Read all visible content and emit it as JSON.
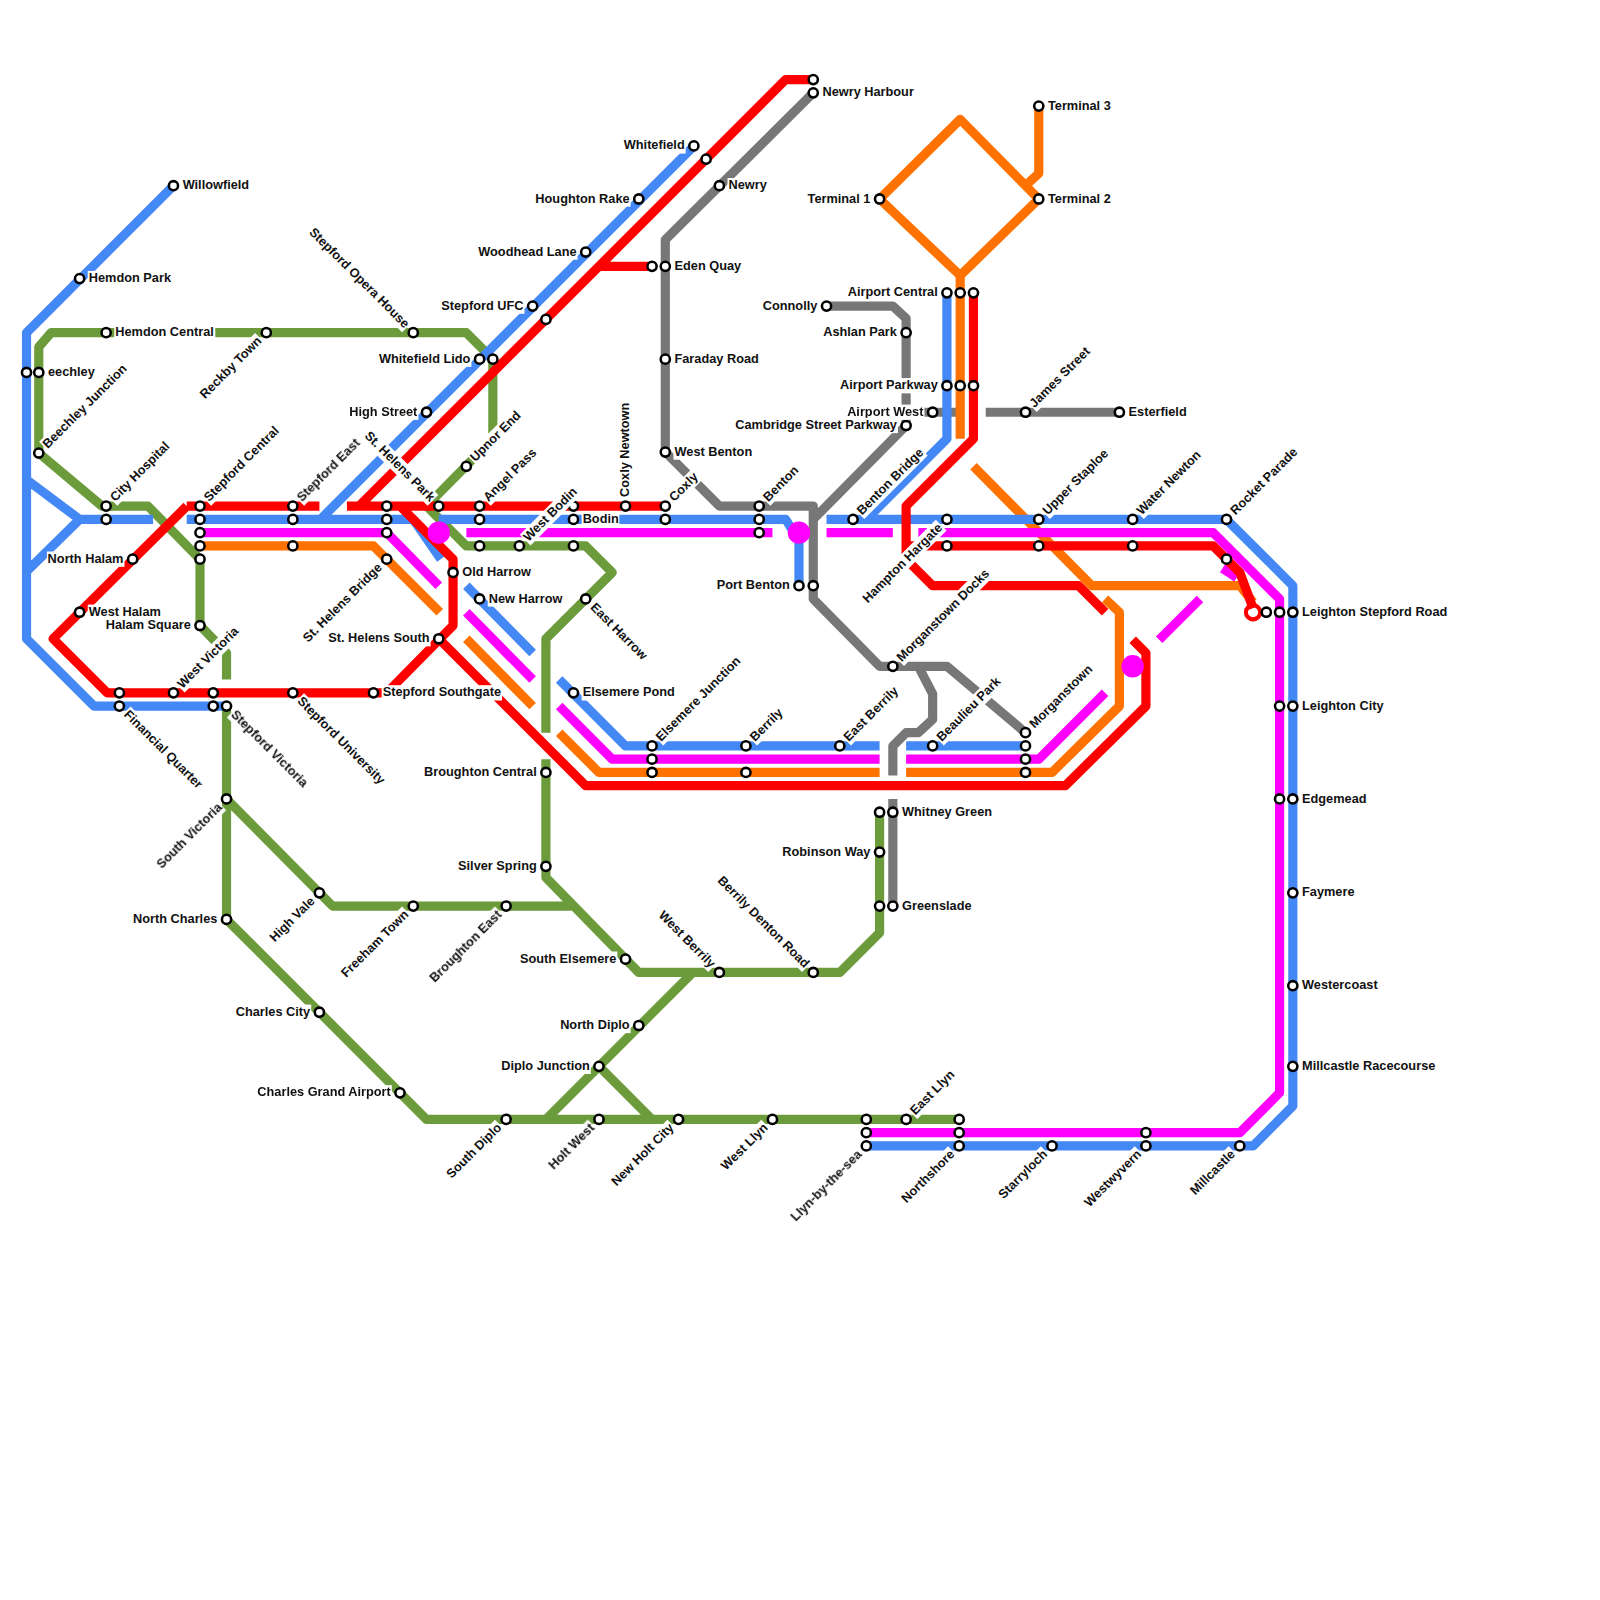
{
  "diagram": {
    "labels": [
      "Willowfield",
      "Hemdon Park",
      "Hemdon Central",
      "Reckby Town",
      "Stepford Opera House",
      "eechley",
      "Beechley Junction",
      "City Hospital",
      "Stepford Central",
      "Stepford East",
      "St. Helens Park",
      "North Halam",
      "West Halam",
      "Halam Square",
      "West Victoria",
      "Financial Quarter",
      "Stepford Victoria",
      "Stepford University",
      "Stepford Southgate",
      "St. Helens Bridge",
      "St. Helens South",
      "Old Harrow",
      "New Harrow",
      "Upnor End",
      "Angel Pass",
      "West Bodin",
      "Bodin",
      "High Street",
      "Whitefield Lido",
      "Stepford UFC",
      "Woodhead Lane",
      "Houghton Rake",
      "Whitefield",
      "Newry",
      "Newry Harbour",
      "Eden Quay",
      "Faraday Road",
      "West Benton",
      "Coxly Newtown",
      "Coxly",
      "Benton",
      "Port Benton",
      "East Harrow",
      "Elsemere Pond",
      "Broughton Central",
      "Silver Spring",
      "Connolly",
      "Ashlan Park",
      "Airport Central",
      "Airport Parkway",
      "Airport West",
      "Cambridge Street Parkway",
      "Benton Bridge",
      "Terminal 1",
      "Terminal 3",
      "Terminal 2",
      "James Street",
      "Esterfield",
      "Hampton Hargate",
      "Upper Staploe",
      "Water Newton",
      "Rocket Parade",
      "Leighton Stepford Road",
      "Morganstown Docks",
      "Elsemere Junction",
      "Berrily",
      "East Berrily",
      "Beaulieu Park",
      "Morganstown",
      "Leighton City",
      "Edgemead",
      "Faymere",
      "Westercoast",
      "Millcastle Racecourse",
      "Whitney Green",
      "Robinson Way",
      "Greenslade",
      "South Victoria",
      "North Charles",
      "High Vale",
      "Freeham Town",
      "Broughton East",
      "South Elsemere",
      "West Berrily",
      "Berrily Denton Road",
      "Charles City",
      "North Diplo",
      "Diplo Junction",
      "Charles Grand Airport",
      "South Diplo",
      "Holt West",
      "New Holt City",
      "West Llyn",
      "East Llyn",
      "Llyn-by-the-sea",
      "Northshore",
      "Starryloch",
      "Westwyvern",
      "Millcastle"
    ]
  }
}
